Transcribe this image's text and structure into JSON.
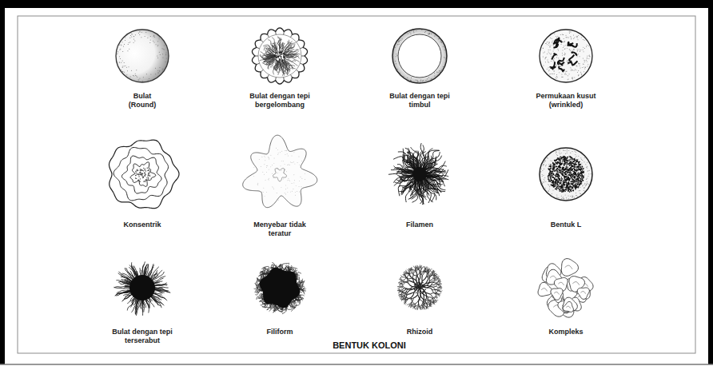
{
  "diagram": {
    "caption": "BENTUK KOLONI",
    "labels": [
      "Bulat (Round)",
      "Bulat dengan tepi bergelombang",
      "Bulat dengan tepi timbul",
      "Permukaan kusut (wrinkled)",
      "Konsentrik",
      "Menyebar tidak teratur",
      "Filamen",
      "Bentuk L",
      "Bulat dengan tepi terserabut",
      "Filiform",
      "Rhizoid",
      "Kompleks"
    ]
  }
}
